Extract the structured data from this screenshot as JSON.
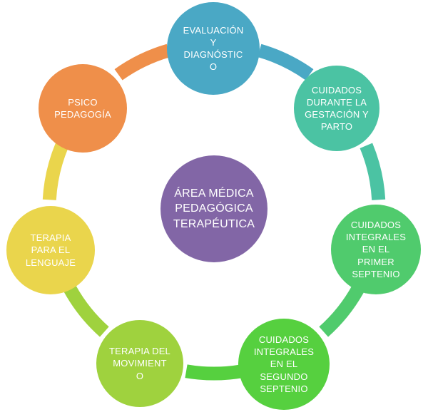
{
  "diagram": {
    "type": "cycle",
    "background": "#ffffff",
    "text_color": "#ffffff",
    "center": {
      "label": "ÁREA MÉDICA\nPEDAGÓGICA\nTERAPÉUTICA",
      "color": "#8266A6"
    },
    "nodes": [
      {
        "id": "evaluacion-diagnostico",
        "label": "EVALUACIÓN\nY\nDIAGNÓSTIC\nO",
        "color": "#4AA8C5"
      },
      {
        "id": "cuidados-gestacion-parto",
        "label": "CUIDADOS\nDURANTE LA\nGESTACIÓN Y\nPARTO",
        "color": "#4BC3A3"
      },
      {
        "id": "cuidados-primer-septenio",
        "label": "CUIDADOS\nINTEGRALES\nEN EL\nPRIMER\nSEPTENIO",
        "color": "#50CB6D"
      },
      {
        "id": "cuidados-segundo-septenio",
        "label": "CUIDADOS\nINTEGRALES\nEN EL\nSEGUNDO\nSEPTENIO",
        "color": "#56D03F"
      },
      {
        "id": "terapia-movimiento",
        "label": "TERAPIA DEL\nMOVIMIENT\nO",
        "color": "#9FD23E"
      },
      {
        "id": "terapia-lenguaje",
        "label": "TERAPIA\nPARA EL\nLENGUAJE",
        "color": "#EAD54C"
      },
      {
        "id": "psicopedagogia",
        "label": "PSICO\nPEDAGOGÍA",
        "color": "#EF8F4A"
      }
    ],
    "ring_segments": [
      {
        "from": "evaluacion-diagnostico",
        "to": "cuidados-gestacion-parto",
        "color": "#4AA8C5"
      },
      {
        "from": "cuidados-gestacion-parto",
        "to": "cuidados-primer-septenio",
        "color": "#4BC3A3"
      },
      {
        "from": "cuidados-primer-septenio",
        "to": "cuidados-segundo-septenio",
        "color": "#50CB6D"
      },
      {
        "from": "cuidados-segundo-septenio",
        "to": "terapia-movimiento",
        "color": "#56D03F"
      },
      {
        "from": "terapia-movimiento",
        "to": "terapia-lenguaje",
        "color": "#9FD23E"
      },
      {
        "from": "terapia-lenguaje",
        "to": "psicopedagogia",
        "color": "#EAD54C"
      },
      {
        "from": "psicopedagogia",
        "to": "evaluacion-diagnostico",
        "color": "#EF8F4A"
      }
    ]
  }
}
